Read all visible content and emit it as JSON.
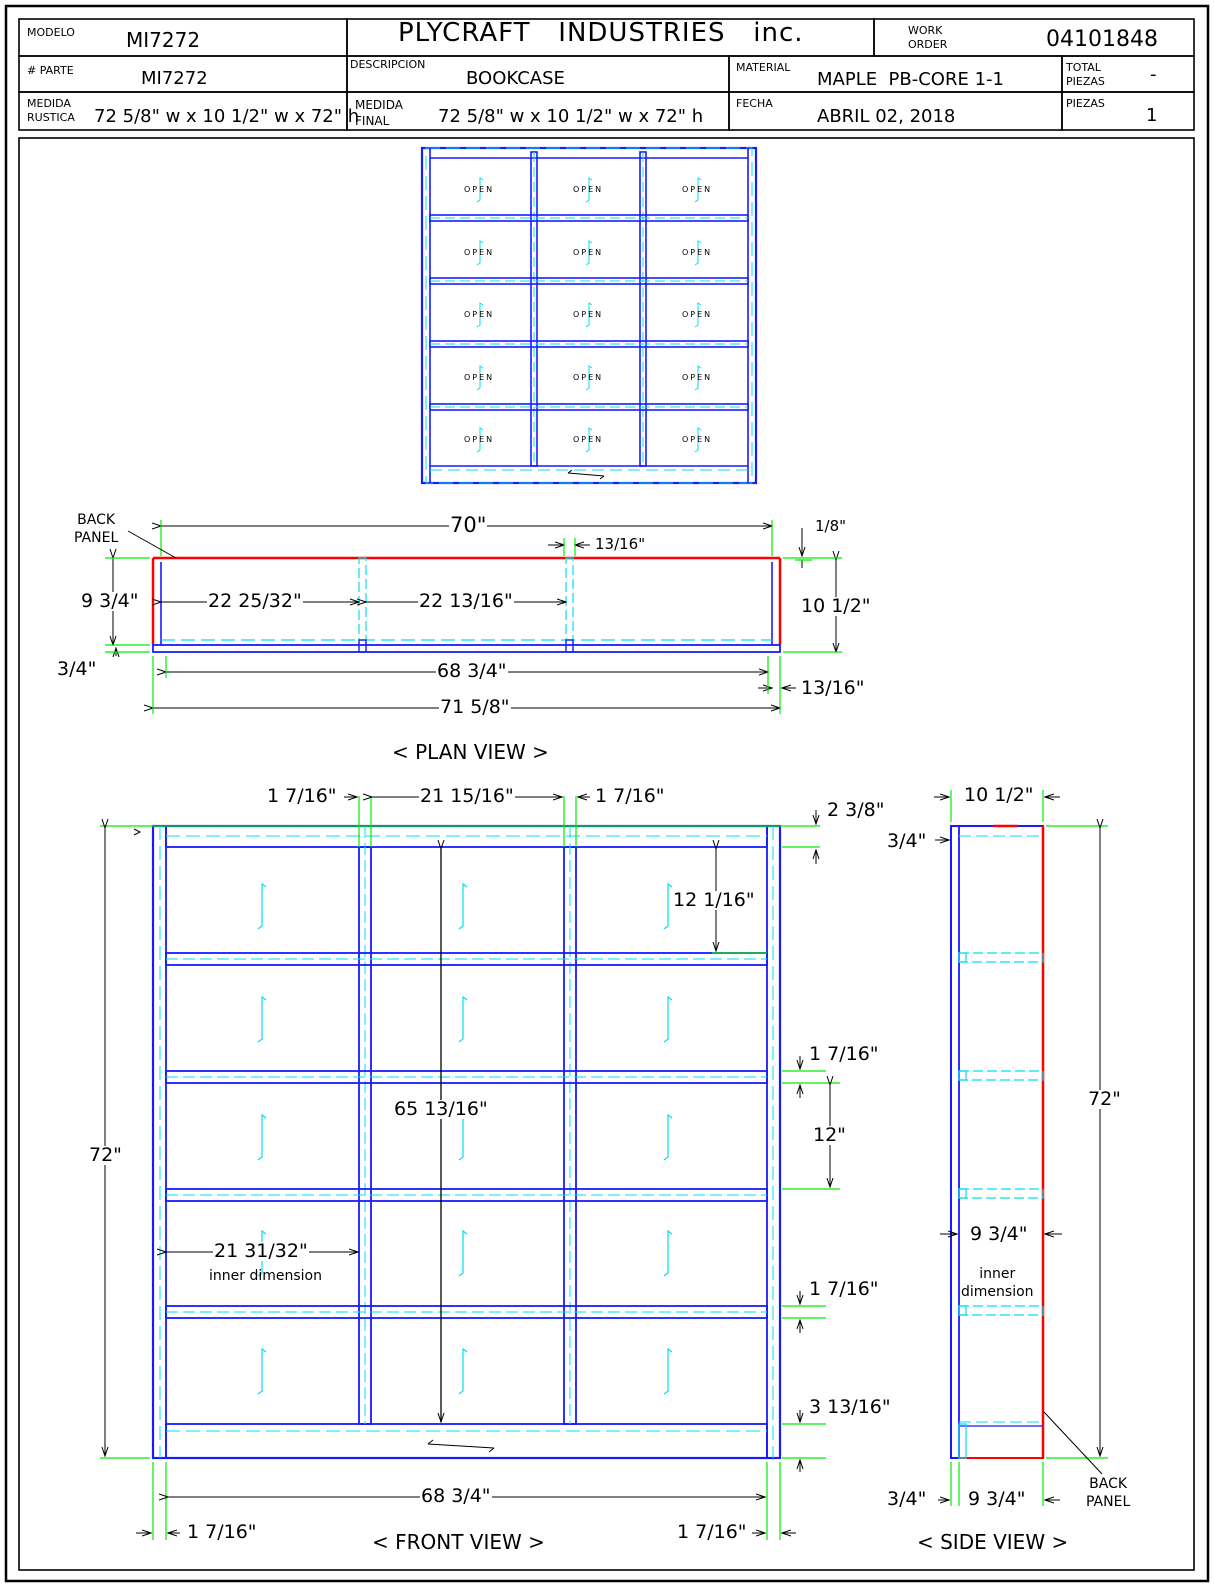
{
  "title_block": {
    "modelo_label": "MODELO",
    "modelo_value": "MI7272",
    "company": "PLYCRAFT   INDUSTRIES   inc.",
    "work_order_label": "WORK\nORDER",
    "work_order_value": "04101848",
    "parte_label": "# PARTE",
    "parte_value": "MI7272",
    "descripcion_label": "DESCRIPCION",
    "descripcion_value": "BOOKCASE",
    "material_label": "MATERIAL",
    "material_value": "MAPLE  PB-CORE 1-1",
    "total_piezas_label": "TOTAL\nPIEZAS",
    "total_piezas_value": "-",
    "medida_rustica_label": "MEDIDA\nRUSTICA",
    "medida_rustica_value": "72 5/8\" w x 10 1/2\" w x 72\" h",
    "medida_final_label": "MEDIDA\nFINAL",
    "medida_final_value": "72 5/8\" w x 10 1/2\" w x 72\" h",
    "fecha_label": "FECHA",
    "fecha_value": "ABRIL 02, 2018",
    "piezas_label": "PIEZAS",
    "piezas_value": "1"
  },
  "iso_view": {
    "cell_label": "OPEN"
  },
  "plan_view": {
    "caption": "< PLAN VIEW >",
    "back_panel": "BACK\nPANEL",
    "dim_70": "70\"",
    "dim_1_8": "1/8\"",
    "dim_13_16_top": "13/16\"",
    "dim_9_3_4": "9 3/4\"",
    "dim_22_25_32": "22 25/32\"",
    "dim_22_13_16": "22 13/16\"",
    "dim_10_1_2": "10 1/2\"",
    "dim_3_4": "3/4\"",
    "dim_68_3_4": "68 3/4\"",
    "dim_13_16_right": "13/16\"",
    "dim_71_5_8": "71 5/8\""
  },
  "front_view": {
    "caption": "< FRONT VIEW >",
    "dim_1_7_16_left_top": "1 7/16\"",
    "dim_21_15_16": "21 15/16\"",
    "dim_1_7_16_right_top": "1 7/16\"",
    "dim_2_3_8": "2 3/8\"",
    "dim_12_1_16": "12 1/16\"",
    "dim_1_7_16_mid1": "1 7/16\"",
    "dim_65_13_16": "65 13/16\"",
    "dim_12": "12\"",
    "dim_72": "72\"",
    "dim_21_31_32": "21 31/32\"",
    "inner_dimension": "inner dimension",
    "dim_1_7_16_mid2": "1 7/16\"",
    "dim_3_13_16": "3 13/16\"",
    "dim_68_3_4": "68 3/4\"",
    "dim_1_7_16_bl": "1 7/16\"",
    "dim_1_7_16_br": "1 7/16\""
  },
  "side_view": {
    "caption": "< SIDE VIEW >",
    "dim_10_1_2": "10 1/2\"",
    "dim_3_4_top": "3/4\"",
    "dim_72": "72\"",
    "dim_9_3_4": "9 3/4\"",
    "inner_dimension": "inner\ndimension",
    "dim_3_4_bottom": "3/4\"",
    "dim_9_3_4_bottom": "9 3/4\"",
    "back_panel": "BACK\nPANEL"
  },
  "colors": {
    "blue": "#1a1aff",
    "cyan": "#00e0f0",
    "red": "#ff0000",
    "green": "#00ee00",
    "black": "#000000"
  }
}
